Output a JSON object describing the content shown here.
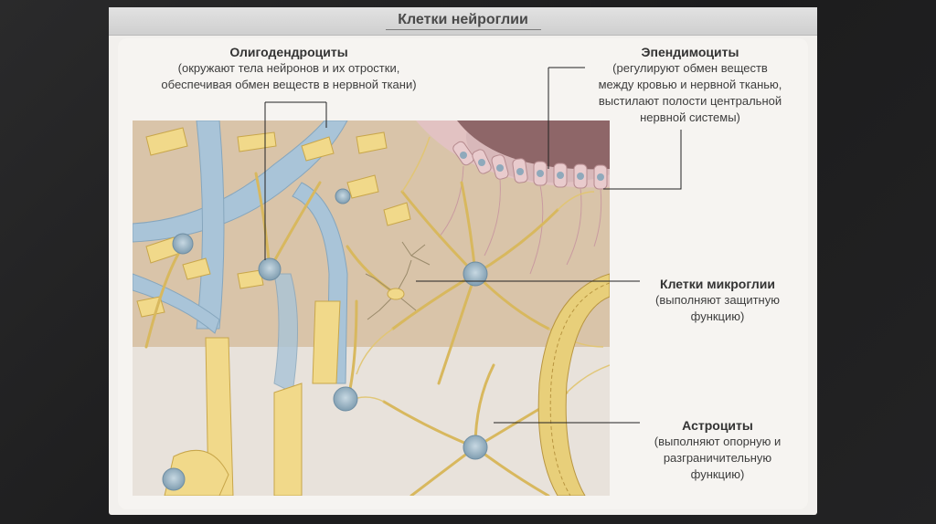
{
  "slide": {
    "title": "Клетки нейроглии",
    "labels": {
      "oligodendrocytes": {
        "name": "Олигодендроциты",
        "desc_line1": "(окружают тела нейронов и их отростки,",
        "desc_line2": "обеспечивая обмен веществ в нервной ткани)"
      },
      "ependymocytes": {
        "name": "Эпендимоциты",
        "desc_line1": "(регулируют обмен веществ",
        "desc_line2": "между кровью и нервной тканью,",
        "desc_line3": "выстилают полости центральной",
        "desc_line4": "нервной системы)"
      },
      "microglia": {
        "name": "Клетки микроглии",
        "desc_line1": "(выполняют защитную",
        "desc_line2": "функцию)"
      },
      "astrocytes": {
        "name": "Астроциты",
        "desc_line1": "(выполняют опорную и",
        "desc_line2": "разграничительную",
        "desc_line3": "функцию)"
      }
    }
  },
  "colors": {
    "card_background": "#f2f0ed",
    "tissue_background": "#d8c3a8",
    "tissue_lower": "#e7e1da",
    "cell_yellow": "#f1d98a",
    "cell_outline": "#c8a64a",
    "axon_blue": "#a9c4d8",
    "nucleus_blue": "#9fb7c7",
    "ependyma_pink": "#d9b3b8",
    "cavity_brown": "#7c5a5a",
    "leader_line": "#222222"
  }
}
